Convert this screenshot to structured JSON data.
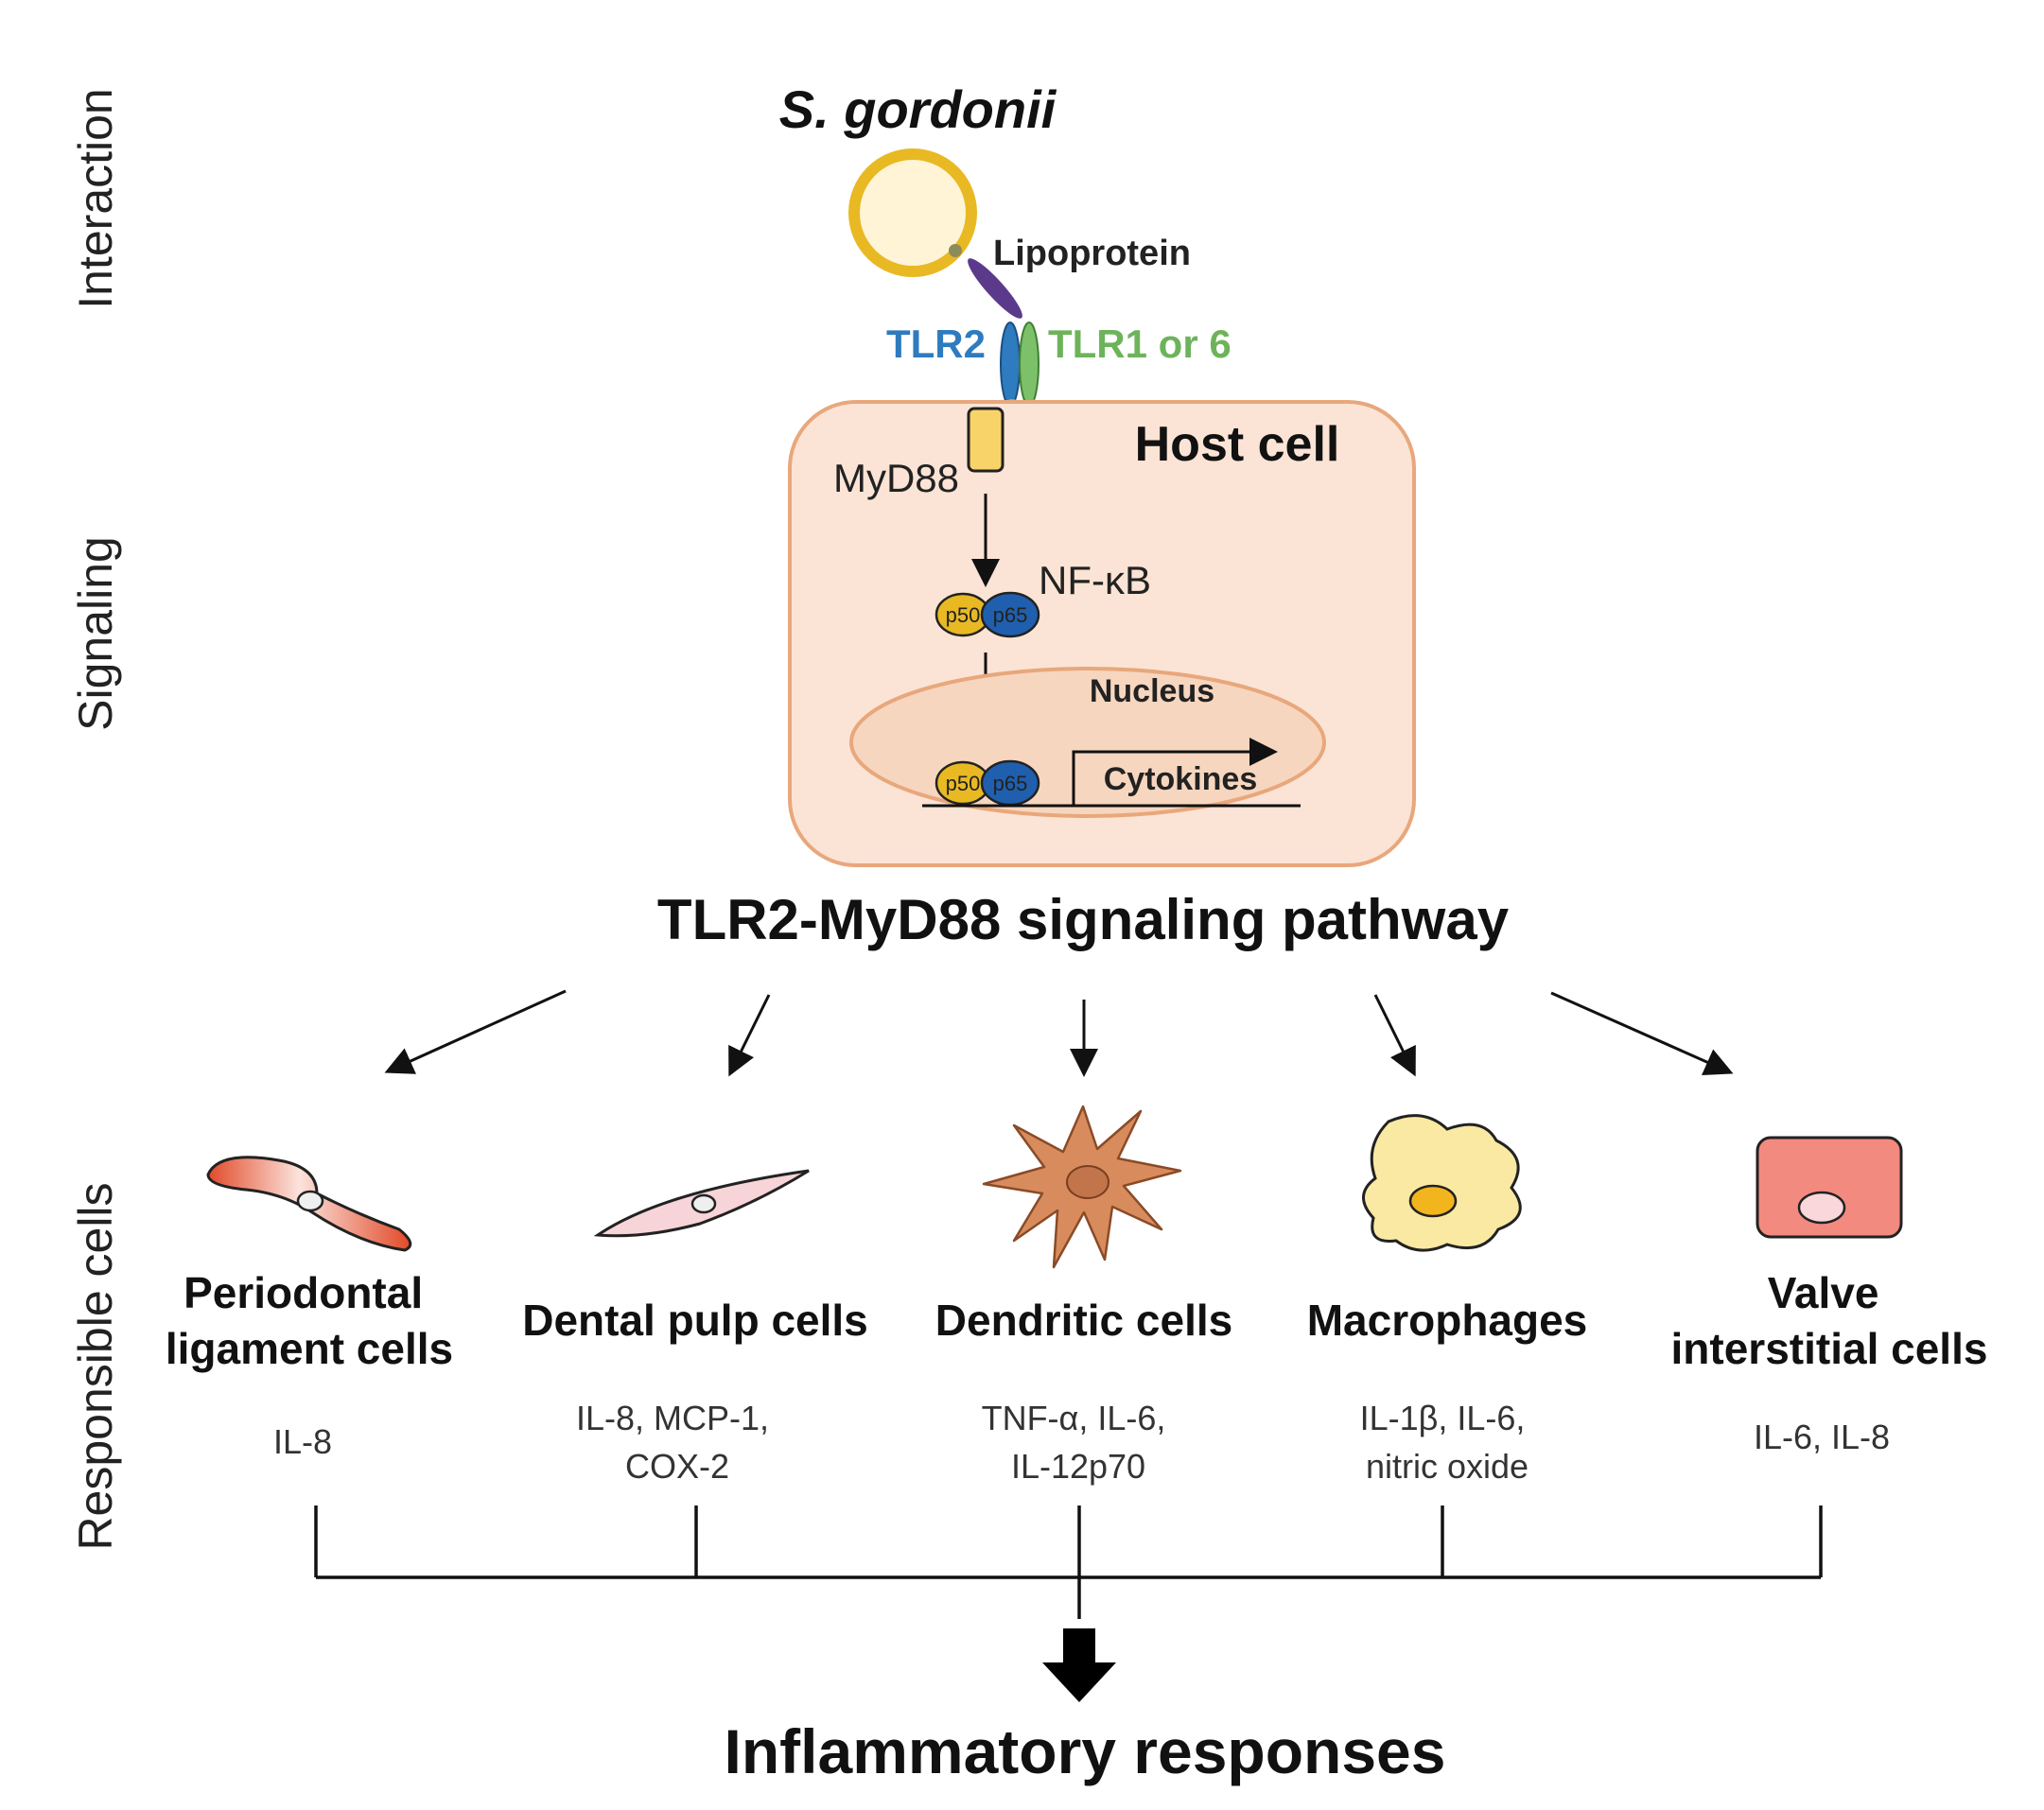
{
  "side_labels": {
    "interaction": "Interaction",
    "signaling": "Signaling",
    "responsible": "Responsible cells"
  },
  "bacterium": {
    "name": "S. gordonii",
    "lipoprotein": "Lipoprotein"
  },
  "receptors": {
    "tlr2": "TLR2",
    "tlr1_6": "TLR1 or 6"
  },
  "host_cell": {
    "title": "Host cell",
    "myd88": "MyD88",
    "nfkb": "NF-κB",
    "p50": "p50",
    "p65": "p65",
    "nucleus": "Nucleus",
    "cytokines": "Cytokines"
  },
  "pathway_title": "TLR2-MyD88 signaling pathway",
  "cells": [
    {
      "name_lines": [
        "Periodontal",
        "ligament cells"
      ],
      "cytokine_lines": [
        "IL-8"
      ]
    },
    {
      "name_lines": [
        "Dental pulp cells"
      ],
      "cytokine_lines": [
        "IL-8, MCP-1,",
        "COX-2"
      ]
    },
    {
      "name_lines": [
        "Dendritic cells"
      ],
      "cytokine_lines": [
        "TNF-α, IL-6,",
        "IL-12p70"
      ]
    },
    {
      "name_lines": [
        "Macrophages"
      ],
      "cytokine_lines": [
        "IL-1β, IL-6,",
        "nitric oxide"
      ]
    },
    {
      "name_lines": [
        "Valve",
        "interstitial cells"
      ],
      "cytokine_lines": [
        "IL-6, IL-8"
      ]
    }
  ],
  "outcome": "Inflammatory responses",
  "colors": {
    "tlr2": "#2E7BBF",
    "tlr1_6": "#6DB35A",
    "bacterium_ring": "#E8B923",
    "host_cell_fill": "#FBE4D5",
    "host_cell_stroke": "#E8A77C",
    "p50": "#E8B923",
    "p65": "#1F5FAE"
  }
}
